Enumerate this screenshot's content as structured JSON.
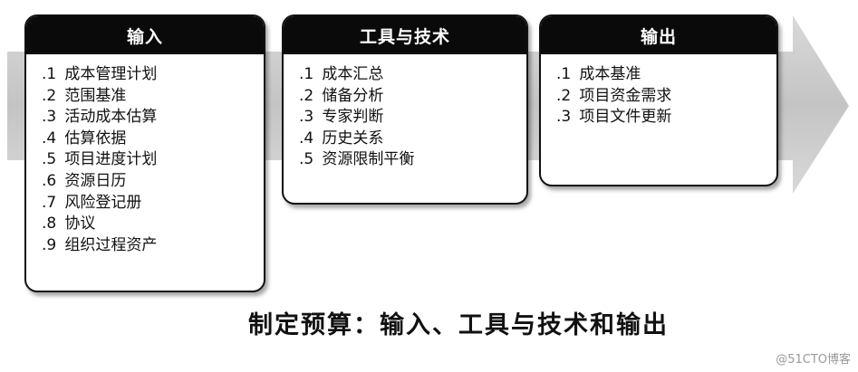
{
  "sections": [
    {
      "title": "输入",
      "items": [
        {
          "num": ".1",
          "text": "成本管理计划"
        },
        {
          "num": ".2",
          "text": "范围基准"
        },
        {
          "num": ".3",
          "text": "活动成本估算"
        },
        {
          "num": ".4",
          "text": "估算依据"
        },
        {
          "num": ".5",
          "text": "项目进度计划"
        },
        {
          "num": ".6",
          "text": "资源日历"
        },
        {
          "num": ".7",
          "text": "风险登记册"
        },
        {
          "num": ".8",
          "text": "协议"
        },
        {
          "num": ".9",
          "text": "组织过程资产"
        }
      ]
    },
    {
      "title": "工具与技术",
      "items": [
        {
          "num": ".1",
          "text": "成本汇总"
        },
        {
          "num": ".2",
          "text": "储备分析"
        },
        {
          "num": ".3",
          "text": "专家判断"
        },
        {
          "num": ".4",
          "text": "历史关系"
        },
        {
          "num": ".5",
          "text": "资源限制平衡"
        }
      ]
    },
    {
      "title": "输出",
      "items": [
        {
          "num": ".1",
          "text": "成本基准"
        },
        {
          "num": ".2",
          "text": "项目资金需求"
        },
        {
          "num": ".3",
          "text": "项目文件更新"
        }
      ]
    }
  ],
  "caption": "制定预算：输入、工具与技术和输出",
  "watermark": "@51CTO博客",
  "colors": {
    "arrow": "#cfcfcf",
    "header_bg": "#0a0a0a",
    "header_text": "#ffffff",
    "border": "#111111"
  }
}
